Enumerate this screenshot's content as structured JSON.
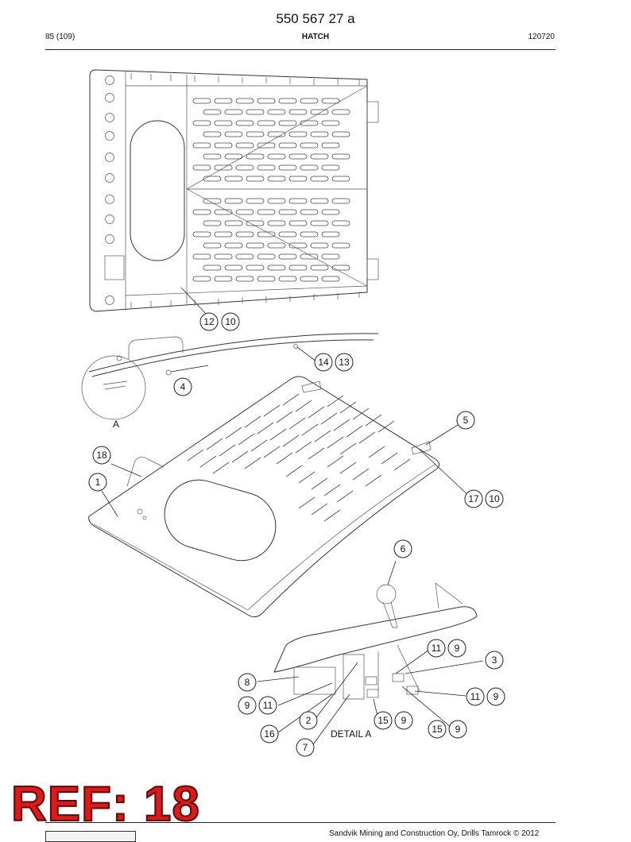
{
  "header": {
    "doc_number": "550 567 27 a",
    "page": "85 (109)",
    "section": "HATCH",
    "date": "120720"
  },
  "drawing": {
    "detail_label": "A",
    "detail_caption": "DETAIL A",
    "callouts": {
      "c1": "1",
      "c2": "2",
      "c3": "3",
      "c4": "4",
      "c5": "5",
      "c6": "6",
      "c7": "7",
      "c8": "8",
      "c9": "9",
      "c10": "10",
      "c11": "11",
      "c12": "12",
      "c13": "13",
      "c14": "14",
      "c15": "15",
      "c16": "16",
      "c17": "17",
      "c18": "18"
    }
  },
  "footer": {
    "copyright": "Sandvik Mining and Construction Oy, Drills Tamrock © 2012"
  },
  "stamp": {
    "ref_text": "REF: 18",
    "color": "#e01818"
  }
}
